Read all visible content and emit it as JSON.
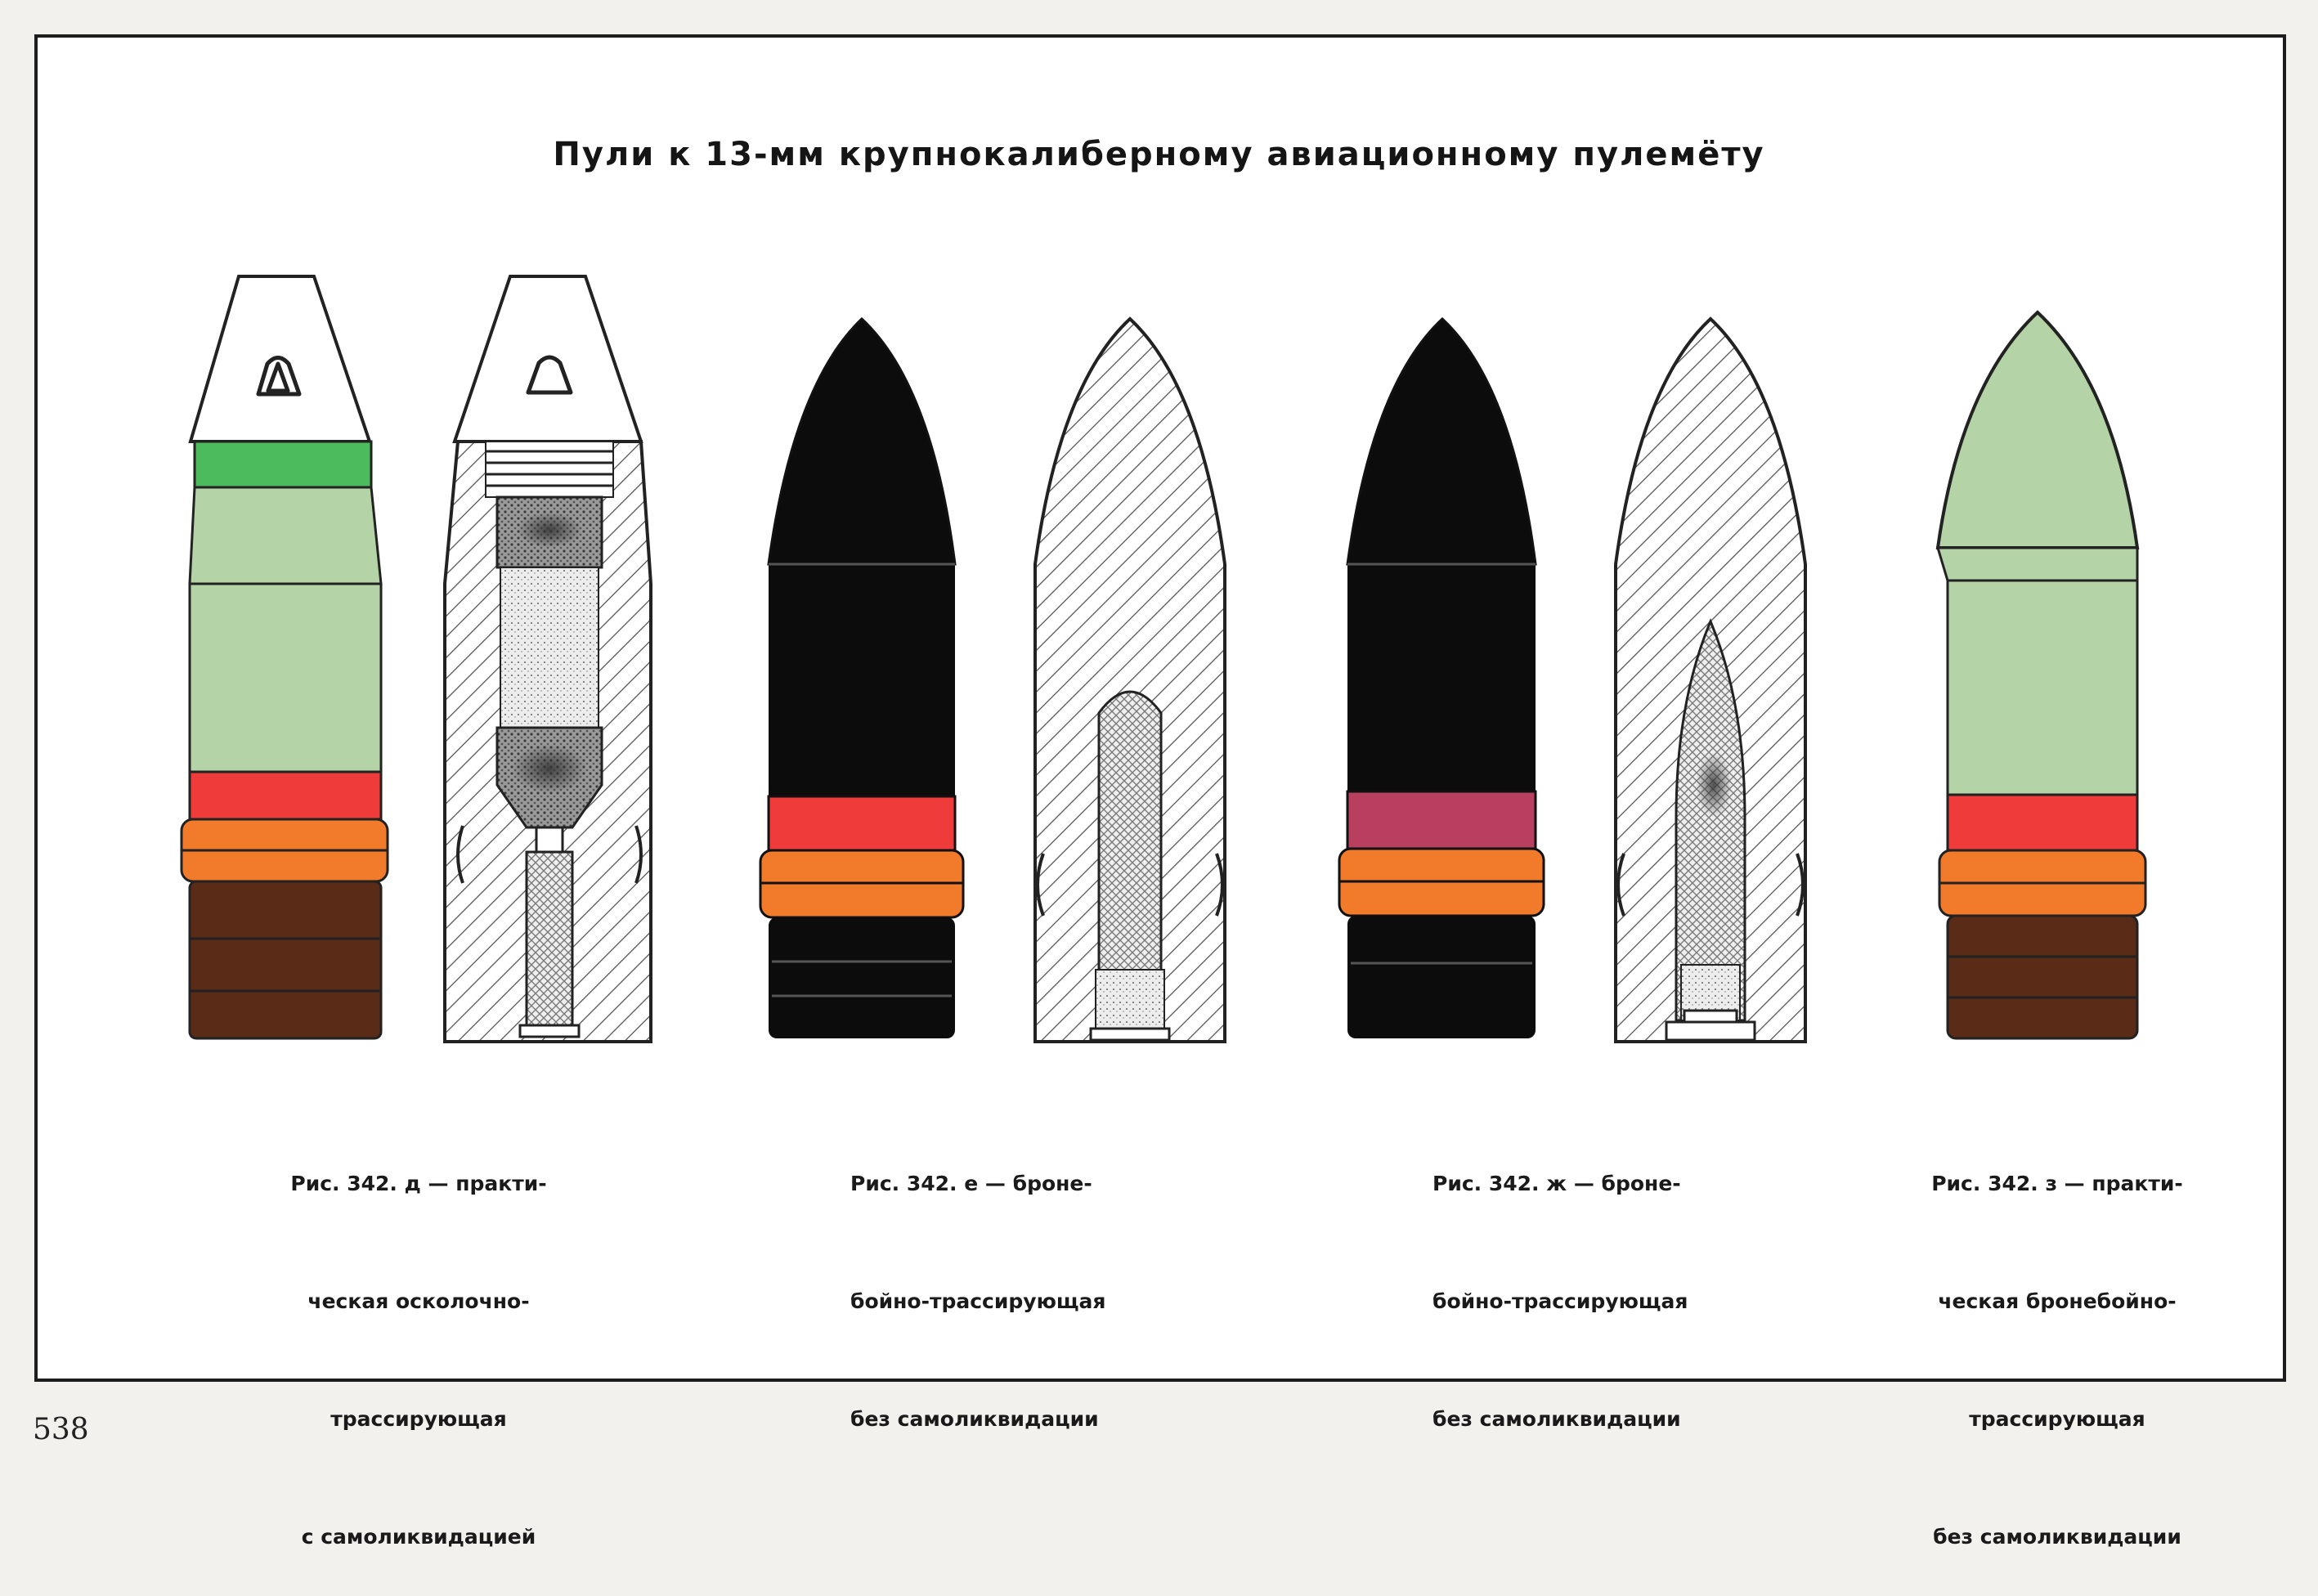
{
  "title": "Пули к 13-мм крупнокалиберному авиационному пулемёту",
  "page_number": "538",
  "colors": {
    "white_tip": "#ffffff",
    "green_band": "#4cbb5e",
    "light_green": "#b4d3a6",
    "red_band": "#f03b3b",
    "orange_belt": "#f27a2b",
    "brown_base": "#5a2b17",
    "black_body": "#0c0c0c",
    "crimson_band": "#b8405e",
    "hatch_line": "#555555",
    "core_shade": "#9a9a9a"
  },
  "figures": [
    {
      "id": "d",
      "caption_lines": [
        "Рис. 342. д — практи-",
        "ческая осколочно-",
        "трассирующая",
        "с самоликвидацией"
      ],
      "exterior_icon": "triangle-mark-icon",
      "section": "cutaway-fragmentation-tracer"
    },
    {
      "id": "e",
      "caption_lines": [
        "Рис. 342. е — броне-",
        "бойно-трассирующая",
        "без самоликвидации"
      ],
      "section": "cutaway-ap-core-tracer"
    },
    {
      "id": "zh",
      "caption_lines": [
        "Рис. 342. ж — броне-",
        "бойно-трассирующая",
        "без самоликвидации"
      ],
      "section": "cutaway-pointed-ap-core"
    },
    {
      "id": "z",
      "caption_lines": [
        "Рис. 342. з — практи-",
        "ческая бронебойно-",
        "трассирующая",
        "без самоликвидации"
      ]
    }
  ]
}
